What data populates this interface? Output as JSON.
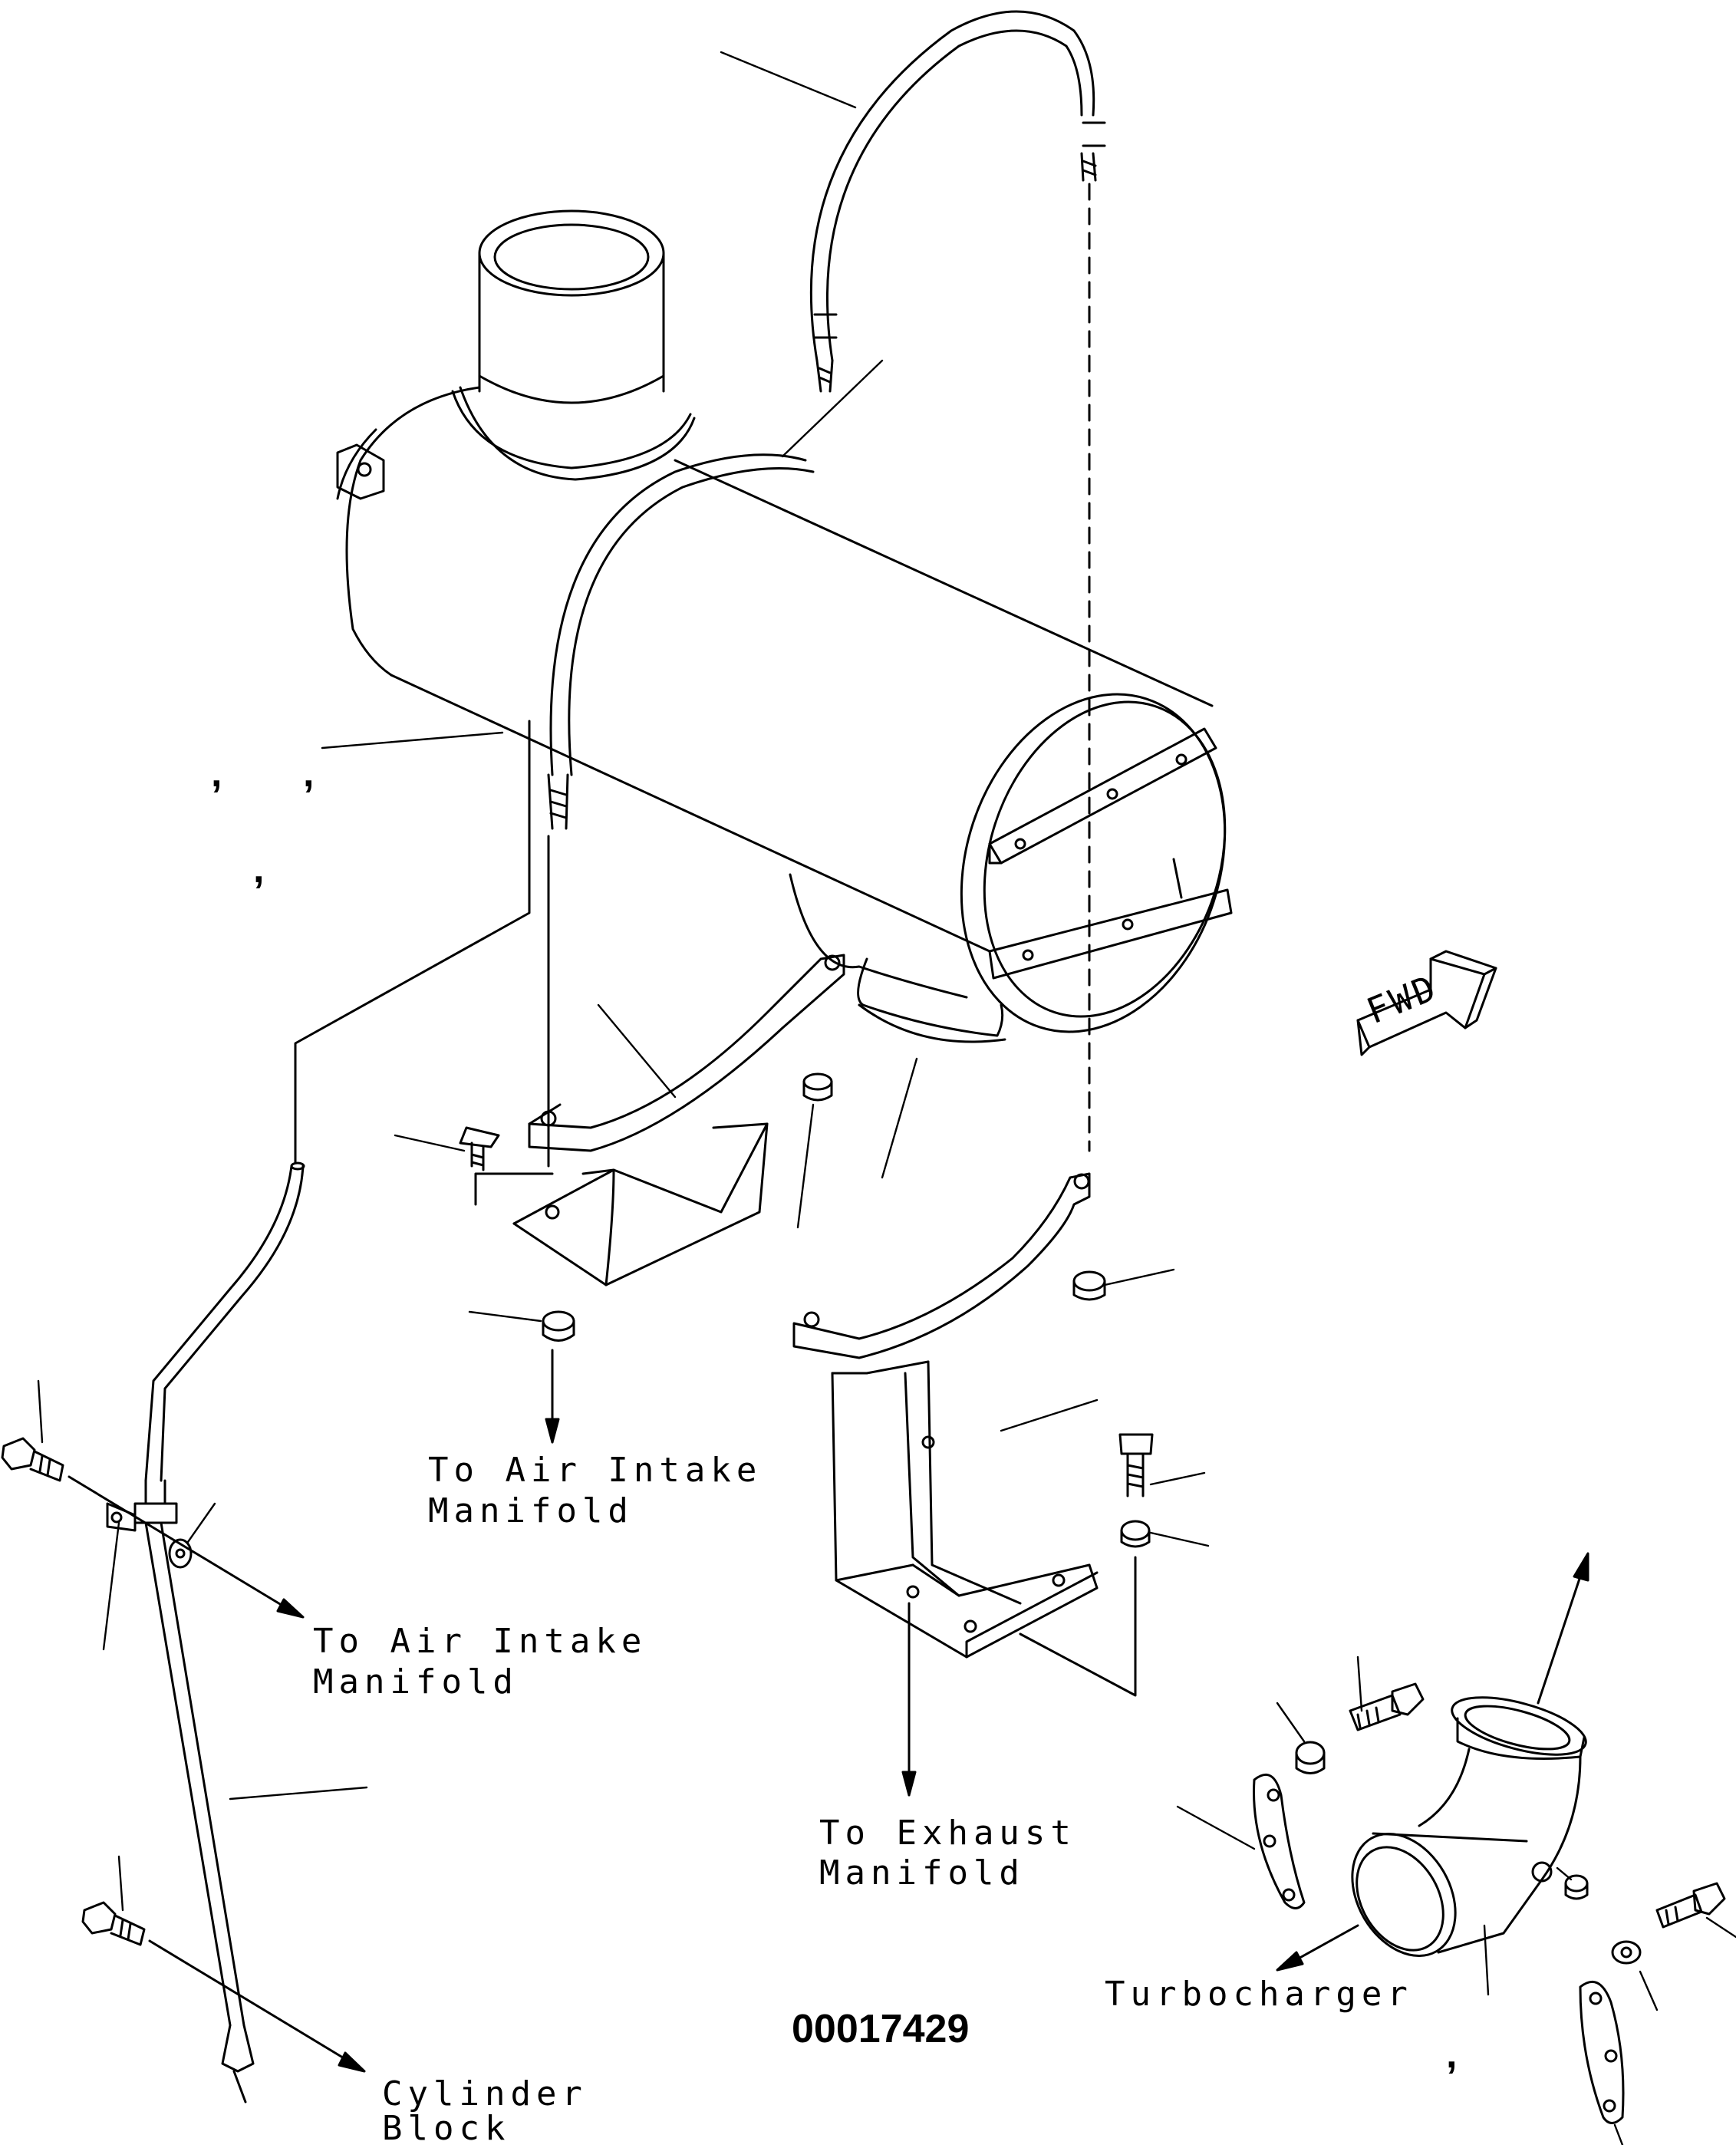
{
  "diagram": {
    "identifier": "00017429",
    "forward_badge": "FWD",
    "callouts": {
      "air_intake_upper": [
        "To Air Intake",
        "Manifold"
      ],
      "air_intake_lower": [
        "To Air Intake",
        "Manifold"
      ],
      "exhaust": [
        "To Exhaust",
        "Manifold"
      ],
      "turbocharger": "Turbocharger",
      "cylinder_block": [
        "Cylinder",
        "Block"
      ]
    }
  }
}
